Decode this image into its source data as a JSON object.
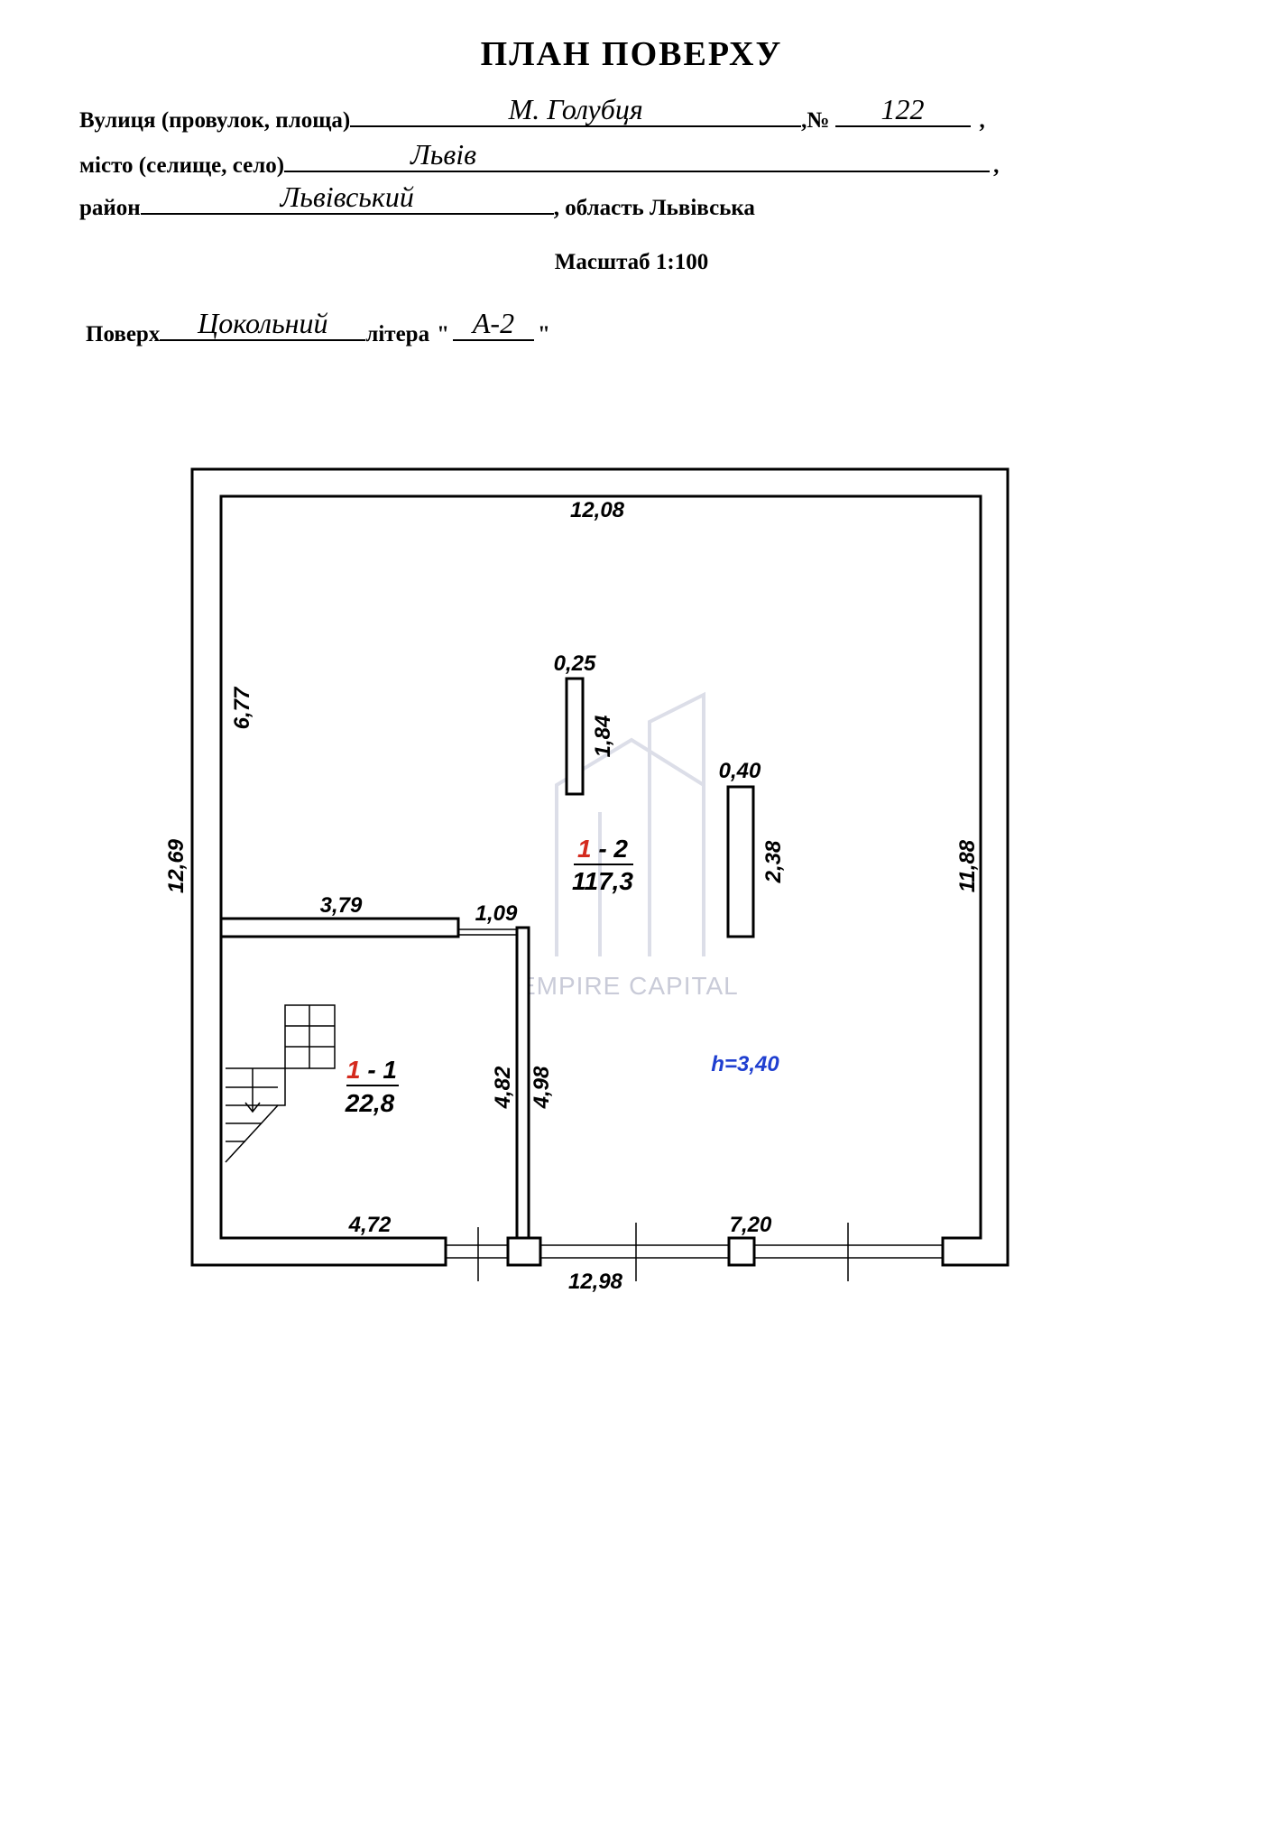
{
  "header": {
    "title": "ПЛАН ПОВЕРХУ",
    "street_label": "Вулиця (провулок, площа)",
    "street_value": "М. Голубця",
    "number_label": ",№",
    "number_value": "122",
    "city_label": "місто (селище, село)",
    "city_value": "Львів",
    "district_label": "район",
    "district_value": "Львівський",
    "region_text": ", область Львівська",
    "comma": ",",
    "scale": "Масштаб 1:100",
    "floor_label": "Поверх",
    "floor_value": "Цокольний",
    "letter_label": "літера",
    "letter_value": "А-2",
    "quote_open": "\"",
    "quote_close": "\""
  },
  "plan": {
    "dimensions": {
      "top_inner": "12,08",
      "pillar1_width": "0,25",
      "pillar1_length": "1,84",
      "pillar2_width": "0,40",
      "pillar2_length": "2,38",
      "left_upper": "6,77",
      "left_outer": "12,69",
      "right_inner": "11,88",
      "partition_length": "3,79",
      "opening": "1,09",
      "room1_right": "4,82",
      "room2_left": "4,98",
      "room1_bottom": "4,72",
      "room2_bottom": "7,20",
      "bottom_outer": "12,98"
    },
    "rooms": [
      {
        "number": "1",
        "suffix": " - 1",
        "area": "22,8"
      },
      {
        "number": "1",
        "suffix": " - 2",
        "area": "117,3"
      }
    ],
    "ceiling_height": "h=3,40",
    "watermark": "EMPIRE CAPITAL"
  }
}
